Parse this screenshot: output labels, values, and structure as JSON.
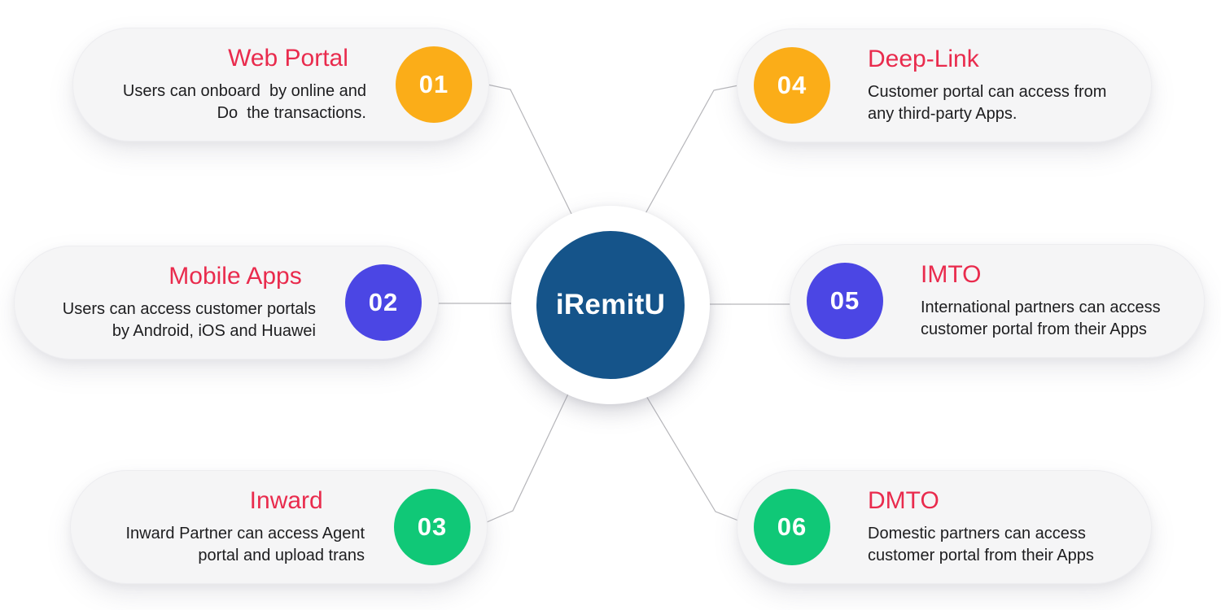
{
  "center": {
    "label": "iRemitU",
    "bg_color": "#15548A",
    "text_color": "#FFFFFF"
  },
  "colors": {
    "title_red": "#E92B4D",
    "card_bg": "#F5F5F6",
    "body_text": "#1D1D1F",
    "connector": "#B6B6BA",
    "dot_gray": "#9D9DA2",
    "amber": "#FBAD18",
    "indigo": "#4B46E4",
    "green": "#10C877"
  },
  "cards": [
    {
      "number": "01",
      "title": "Web Portal",
      "description": "Users can onboard  by online and\nDo  the transactions.",
      "badge_color": "#FBAD18"
    },
    {
      "number": "02",
      "title": "Mobile Apps",
      "description": "Users can access customer portals\nby Android, iOS and Huawei",
      "badge_color": "#4B46E4"
    },
    {
      "number": "03",
      "title": "Inward",
      "description": "Inward Partner can access Agent\nportal and upload trans",
      "badge_color": "#10C877"
    },
    {
      "number": "04",
      "title": "Deep-Link",
      "description": "Customer portal can access from\nany third-party Apps.",
      "badge_color": "#FBAD18"
    },
    {
      "number": "05",
      "title": "IMTO",
      "description": "International partners can access\ncustomer portal from their Apps",
      "badge_color": "#4B46E4"
    },
    {
      "number": "06",
      "title": "DMTO",
      "description": "Domestic partners can access\ncustomer portal from their Apps",
      "badge_color": "#10C877"
    }
  ]
}
